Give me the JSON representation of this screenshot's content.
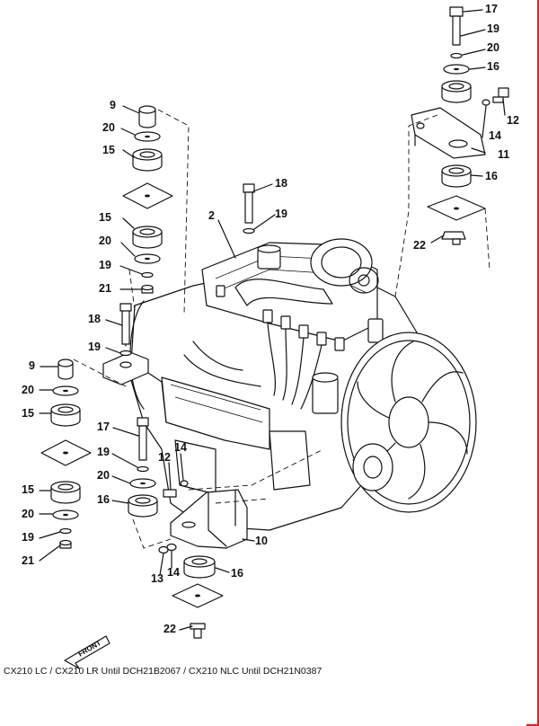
{
  "caption": "CX210 LC / CX210 LR Until DCH21B2067 / CX210 NLC Until DCH21N0387",
  "front_label": "FRONT",
  "part_numbers": {
    "p2": "2",
    "p9": "9",
    "p10": "10",
    "p11": "11",
    "p12": "12",
    "p13": "13",
    "p14": "14",
    "p15": "15",
    "p16": "16",
    "p17": "17",
    "p18": "18",
    "p19": "19",
    "p20": "20",
    "p21": "21",
    "p22": "22"
  },
  "colors": {
    "line": "#111111",
    "frame_edge": "#e02020",
    "background": "#ffffff"
  }
}
